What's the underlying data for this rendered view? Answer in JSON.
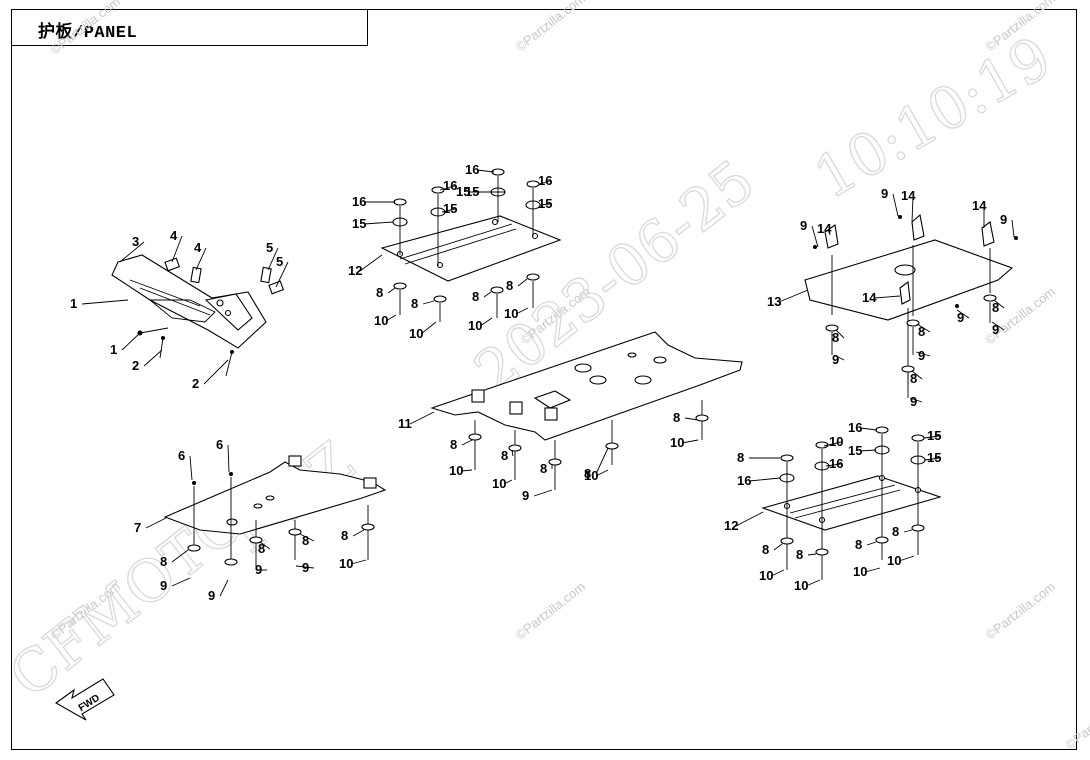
{
  "title": "护板/PANEL",
  "fwd_label": "FWD",
  "watermark": {
    "site": "©Partzilla.com",
    "brand_left": "CFMOTO",
    "brand_mid": "F-XZ",
    "date": "2023-06-25",
    "time": "10:10:19"
  },
  "callouts": [
    {
      "text": "1"
    },
    {
      "text": "1"
    },
    {
      "text": "2"
    },
    {
      "text": "2"
    },
    {
      "text": "3"
    },
    {
      "text": "4"
    },
    {
      "text": "4"
    },
    {
      "text": "5"
    },
    {
      "text": "5"
    },
    {
      "text": "16"
    },
    {
      "text": "16"
    },
    {
      "text": "16"
    },
    {
      "text": "15"
    },
    {
      "text": "15"
    },
    {
      "text": "15"
    },
    {
      "text": "15"
    },
    {
      "text": "16"
    },
    {
      "text": "15"
    },
    {
      "text": "12"
    },
    {
      "text": "8"
    },
    {
      "text": "8"
    },
    {
      "text": "8"
    },
    {
      "text": "8"
    },
    {
      "text": "10"
    },
    {
      "text": "10"
    },
    {
      "text": "10"
    },
    {
      "text": "10"
    },
    {
      "text": "9"
    },
    {
      "text": "14"
    },
    {
      "text": "9"
    },
    {
      "text": "14"
    },
    {
      "text": "14"
    },
    {
      "text": "9"
    },
    {
      "text": "13"
    },
    {
      "text": "14"
    },
    {
      "text": "9"
    },
    {
      "text": "8"
    },
    {
      "text": "9"
    },
    {
      "text": "8"
    },
    {
      "text": "9"
    },
    {
      "text": "8"
    },
    {
      "text": "9"
    },
    {
      "text": "8"
    },
    {
      "text": "9"
    },
    {
      "text": "11"
    },
    {
      "text": "8"
    },
    {
      "text": "10"
    },
    {
      "text": "8"
    },
    {
      "text": "10"
    },
    {
      "text": "8"
    },
    {
      "text": "9"
    },
    {
      "text": "8"
    },
    {
      "text": "10"
    },
    {
      "text": "8"
    },
    {
      "text": "10"
    },
    {
      "text": "6"
    },
    {
      "text": "6"
    },
    {
      "text": "7"
    },
    {
      "text": "8"
    },
    {
      "text": "9"
    },
    {
      "text": "9"
    },
    {
      "text": "8"
    },
    {
      "text": "9"
    },
    {
      "text": "8"
    },
    {
      "text": "9"
    },
    {
      "text": "8"
    },
    {
      "text": "10"
    },
    {
      "text": "8"
    },
    {
      "text": "10"
    },
    {
      "text": "16"
    },
    {
      "text": "16"
    },
    {
      "text": "16"
    },
    {
      "text": "15"
    },
    {
      "text": "15"
    },
    {
      "text": "15"
    },
    {
      "text": "12"
    },
    {
      "text": "8"
    },
    {
      "text": "10"
    },
    {
      "text": "8"
    },
    {
      "text": "10"
    },
    {
      "text": "8"
    },
    {
      "text": "10"
    },
    {
      "text": "8"
    },
    {
      "text": "10"
    }
  ]
}
